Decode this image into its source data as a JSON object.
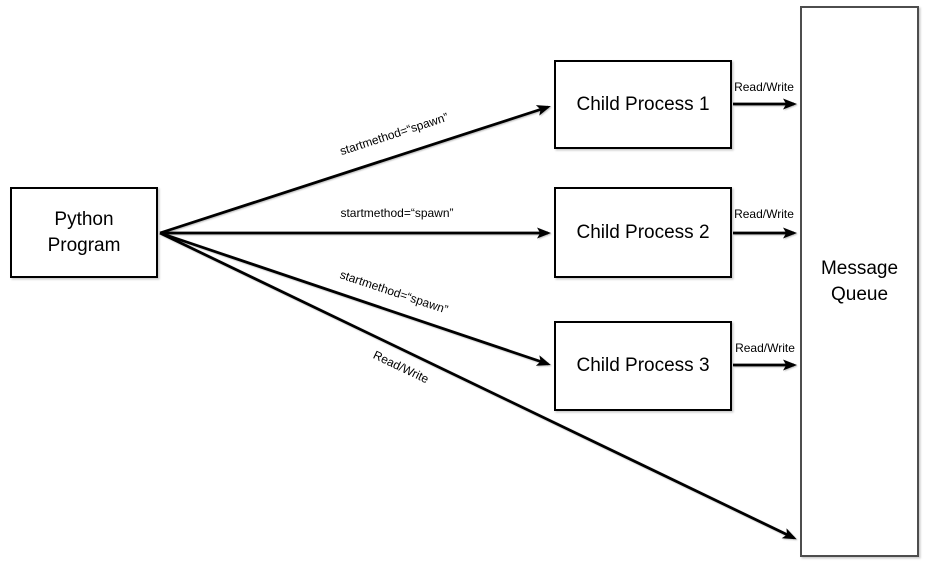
{
  "diagram": {
    "title_hint": "Python multiprocessing spawn diagram",
    "colors": {
      "background": "#ffffff",
      "node_border": "#000000",
      "queue_border": "#4d4d4d",
      "arrow": "#000000",
      "text": "#000000"
    },
    "nodes": {
      "python_program": {
        "label": "Python\nProgram"
      },
      "child_process_1": {
        "label": "Child Process 1"
      },
      "child_process_2": {
        "label": "Child Process 2"
      },
      "child_process_3": {
        "label": "Child Process 3"
      },
      "message_queue": {
        "label": "Message\nQueue"
      }
    },
    "arrows": {
      "python_to_child_1": {
        "label": "startmethod=“spawn”"
      },
      "python_to_child_2": {
        "label": "startmethod=“spawn”"
      },
      "python_to_child_3": {
        "label": "startmethod=“spawn”"
      },
      "python_to_queue": {
        "label": "Read/Write"
      },
      "child_1_to_queue": {
        "label": "Read/Write"
      },
      "child_2_to_queue": {
        "label": "Read/Write"
      },
      "child_3_to_queue": {
        "label": "Read/Write"
      }
    }
  }
}
